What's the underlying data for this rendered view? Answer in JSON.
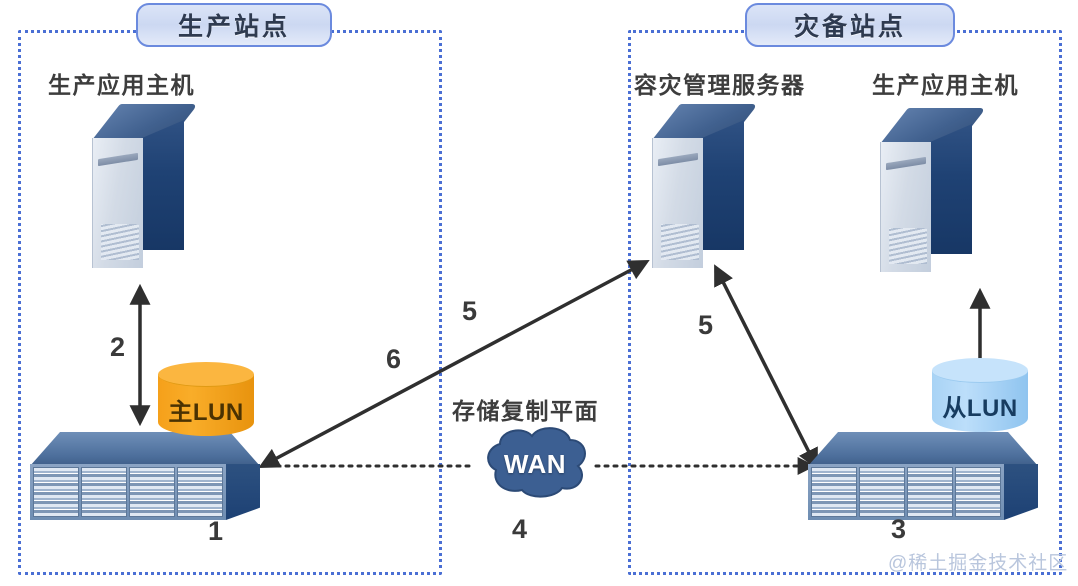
{
  "diagram": {
    "watermark": "@稀土掘金技术社区",
    "sites": [
      {
        "id": "production",
        "title": "生产站点"
      },
      {
        "id": "disaster-recovery",
        "title": "灾备站点"
      }
    ],
    "captions": {
      "production_host_left": "生产应用主机",
      "dr_management_server": "容灾管理服务器",
      "production_host_right": "生产应用主机"
    },
    "storage": {
      "primary_lun": "主LUN",
      "secondary_lun": "从LUN"
    },
    "network": {
      "cloud": "WAN",
      "replication_plane": "存储复制平面"
    },
    "steps": {
      "s1": "1",
      "s2": "2",
      "s3": "3",
      "s4": "4",
      "s5a": "5",
      "s5b": "5",
      "s6": "6"
    },
    "colors": {
      "frame_border": "#4a6fd4",
      "title_border": "#6b8ade",
      "title_fill": "#ccd8f2",
      "server_front": "#d3dbe6",
      "server_side": "#1f4274",
      "array_face": "#6e8db2",
      "primary_lun": "#f9ad29",
      "secondary_lun": "#bcdefa",
      "wan_cloud": "#3c5f92",
      "connector": "#3a3a3a",
      "text": "#3d3d3d"
    }
  }
}
